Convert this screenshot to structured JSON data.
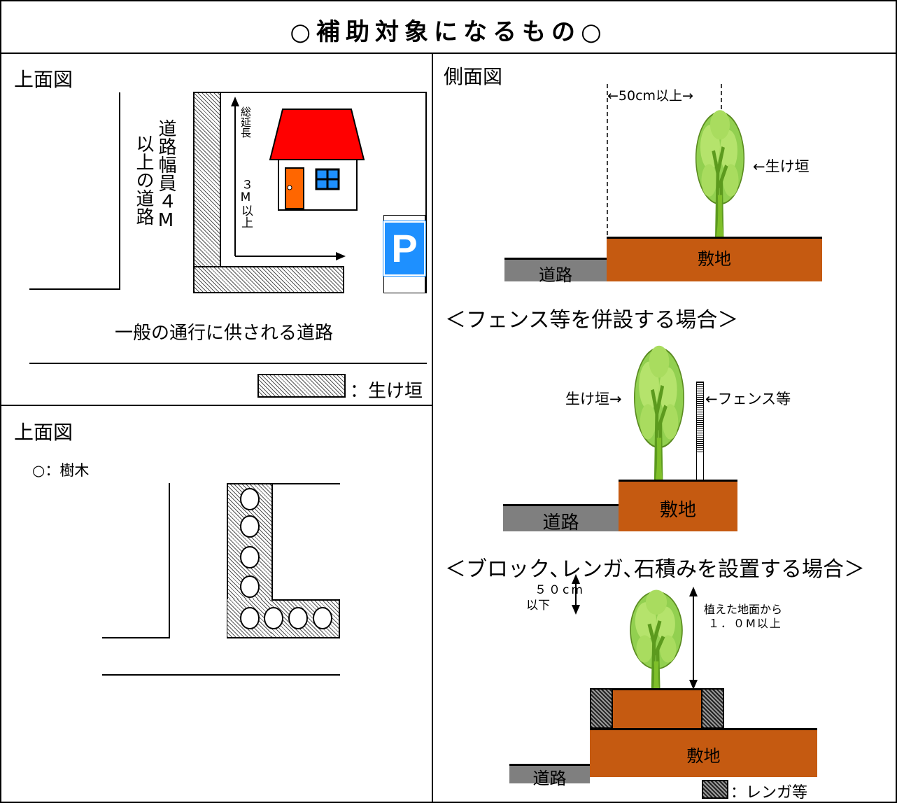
{
  "title": "○補助対象になるもの○",
  "panel_top_left": {
    "heading": "上面図",
    "road_width_line1": "道路幅員４M",
    "road_width_line2": "以上の道路",
    "length_label": "総延長",
    "length_value": "３M以上",
    "parking_icon": "P",
    "public_road": "一般の通行に供される道路",
    "legend_label": "：生け垣"
  },
  "panel_bottom_left": {
    "heading": "上面図",
    "tree_legend": "○：樹木"
  },
  "side_view": {
    "heading": "側面図",
    "distance": "←50cm以上→",
    "hedge_label": "←生け垣",
    "lot": "敷地",
    "road": "道路"
  },
  "fence_case": {
    "heading": "＜フェンス等を併設する場合＞",
    "hedge_label": "生け垣→",
    "fence_label": "←フェンス等",
    "lot": "敷地",
    "road": "道路"
  },
  "block_case": {
    "heading": "＜ブロック､レンガ､石積みを設置する場合＞",
    "height_line1": "植えた地面から",
    "height_line2": "１．０M以上",
    "wall_line1": "５０cm",
    "wall_line2": "以下",
    "lot": "敷地",
    "road": "道路",
    "legend_label": "：レンガ等"
  },
  "colors": {
    "roof": "#ff0000",
    "door": "#ff6600",
    "parking": "#1e90ff",
    "lot": "#c55a11",
    "road": "#7f7f7f",
    "tree": "#92d050",
    "tree_light": "#c6ef8a",
    "trunk": "#76b82a"
  }
}
